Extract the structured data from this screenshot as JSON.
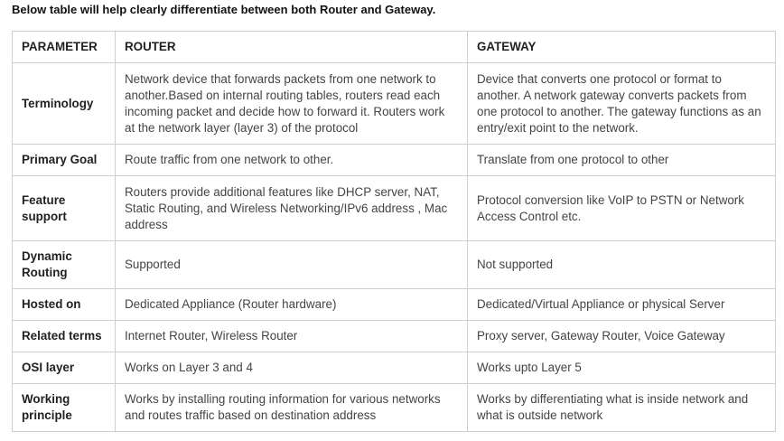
{
  "intro": "Below table will help clearly differentiate between both Router and Gateway.",
  "table": {
    "headers": [
      "PARAMETER",
      "ROUTER",
      "GATEWAY"
    ],
    "rows": [
      {
        "parameter": "Terminology",
        "router": "Network device that forwards packets from one network to another.Based on internal routing tables, routers read each incoming packet and decide how to forward it. Routers work at the network layer (layer 3) of the protocol",
        "gateway": "Device that converts one protocol or format to another. A network gateway converts packets from one protocol to another. The gateway functions as an entry/exit point to the network."
      },
      {
        "parameter": "Primary Goal",
        "router": "Route traffic from one network to other.",
        "gateway": "Translate from one protocol to other"
      },
      {
        "parameter": "Feature support",
        "router": "Routers provide additional features like DHCP server, NAT, Static Routing, and Wireless Networking/IPv6 address , Mac address",
        "gateway": "Protocol conversion like VoIP to PSTN or Network Access Control etc."
      },
      {
        "parameter": "Dynamic Routing",
        "router": "Supported",
        "gateway": "Not supported"
      },
      {
        "parameter": "Hosted on",
        "router": "Dedicated Appliance (Router hardware)",
        "gateway": "Dedicated/Virtual Appliance or physical Server"
      },
      {
        "parameter": "Related terms",
        "router": "Internet Router, Wireless Router",
        "gateway": "Proxy server, Gateway Router, Voice Gateway"
      },
      {
        "parameter": "OSI layer",
        "router": "Works on Layer 3 and 4",
        "gateway": "Works upto Layer 5"
      },
      {
        "parameter": "Working principle",
        "router": "Works by installing routing information for various networks and routes traffic based on destination address",
        "gateway": "Works by differentiating what is inside network and what is outside network"
      }
    ]
  }
}
